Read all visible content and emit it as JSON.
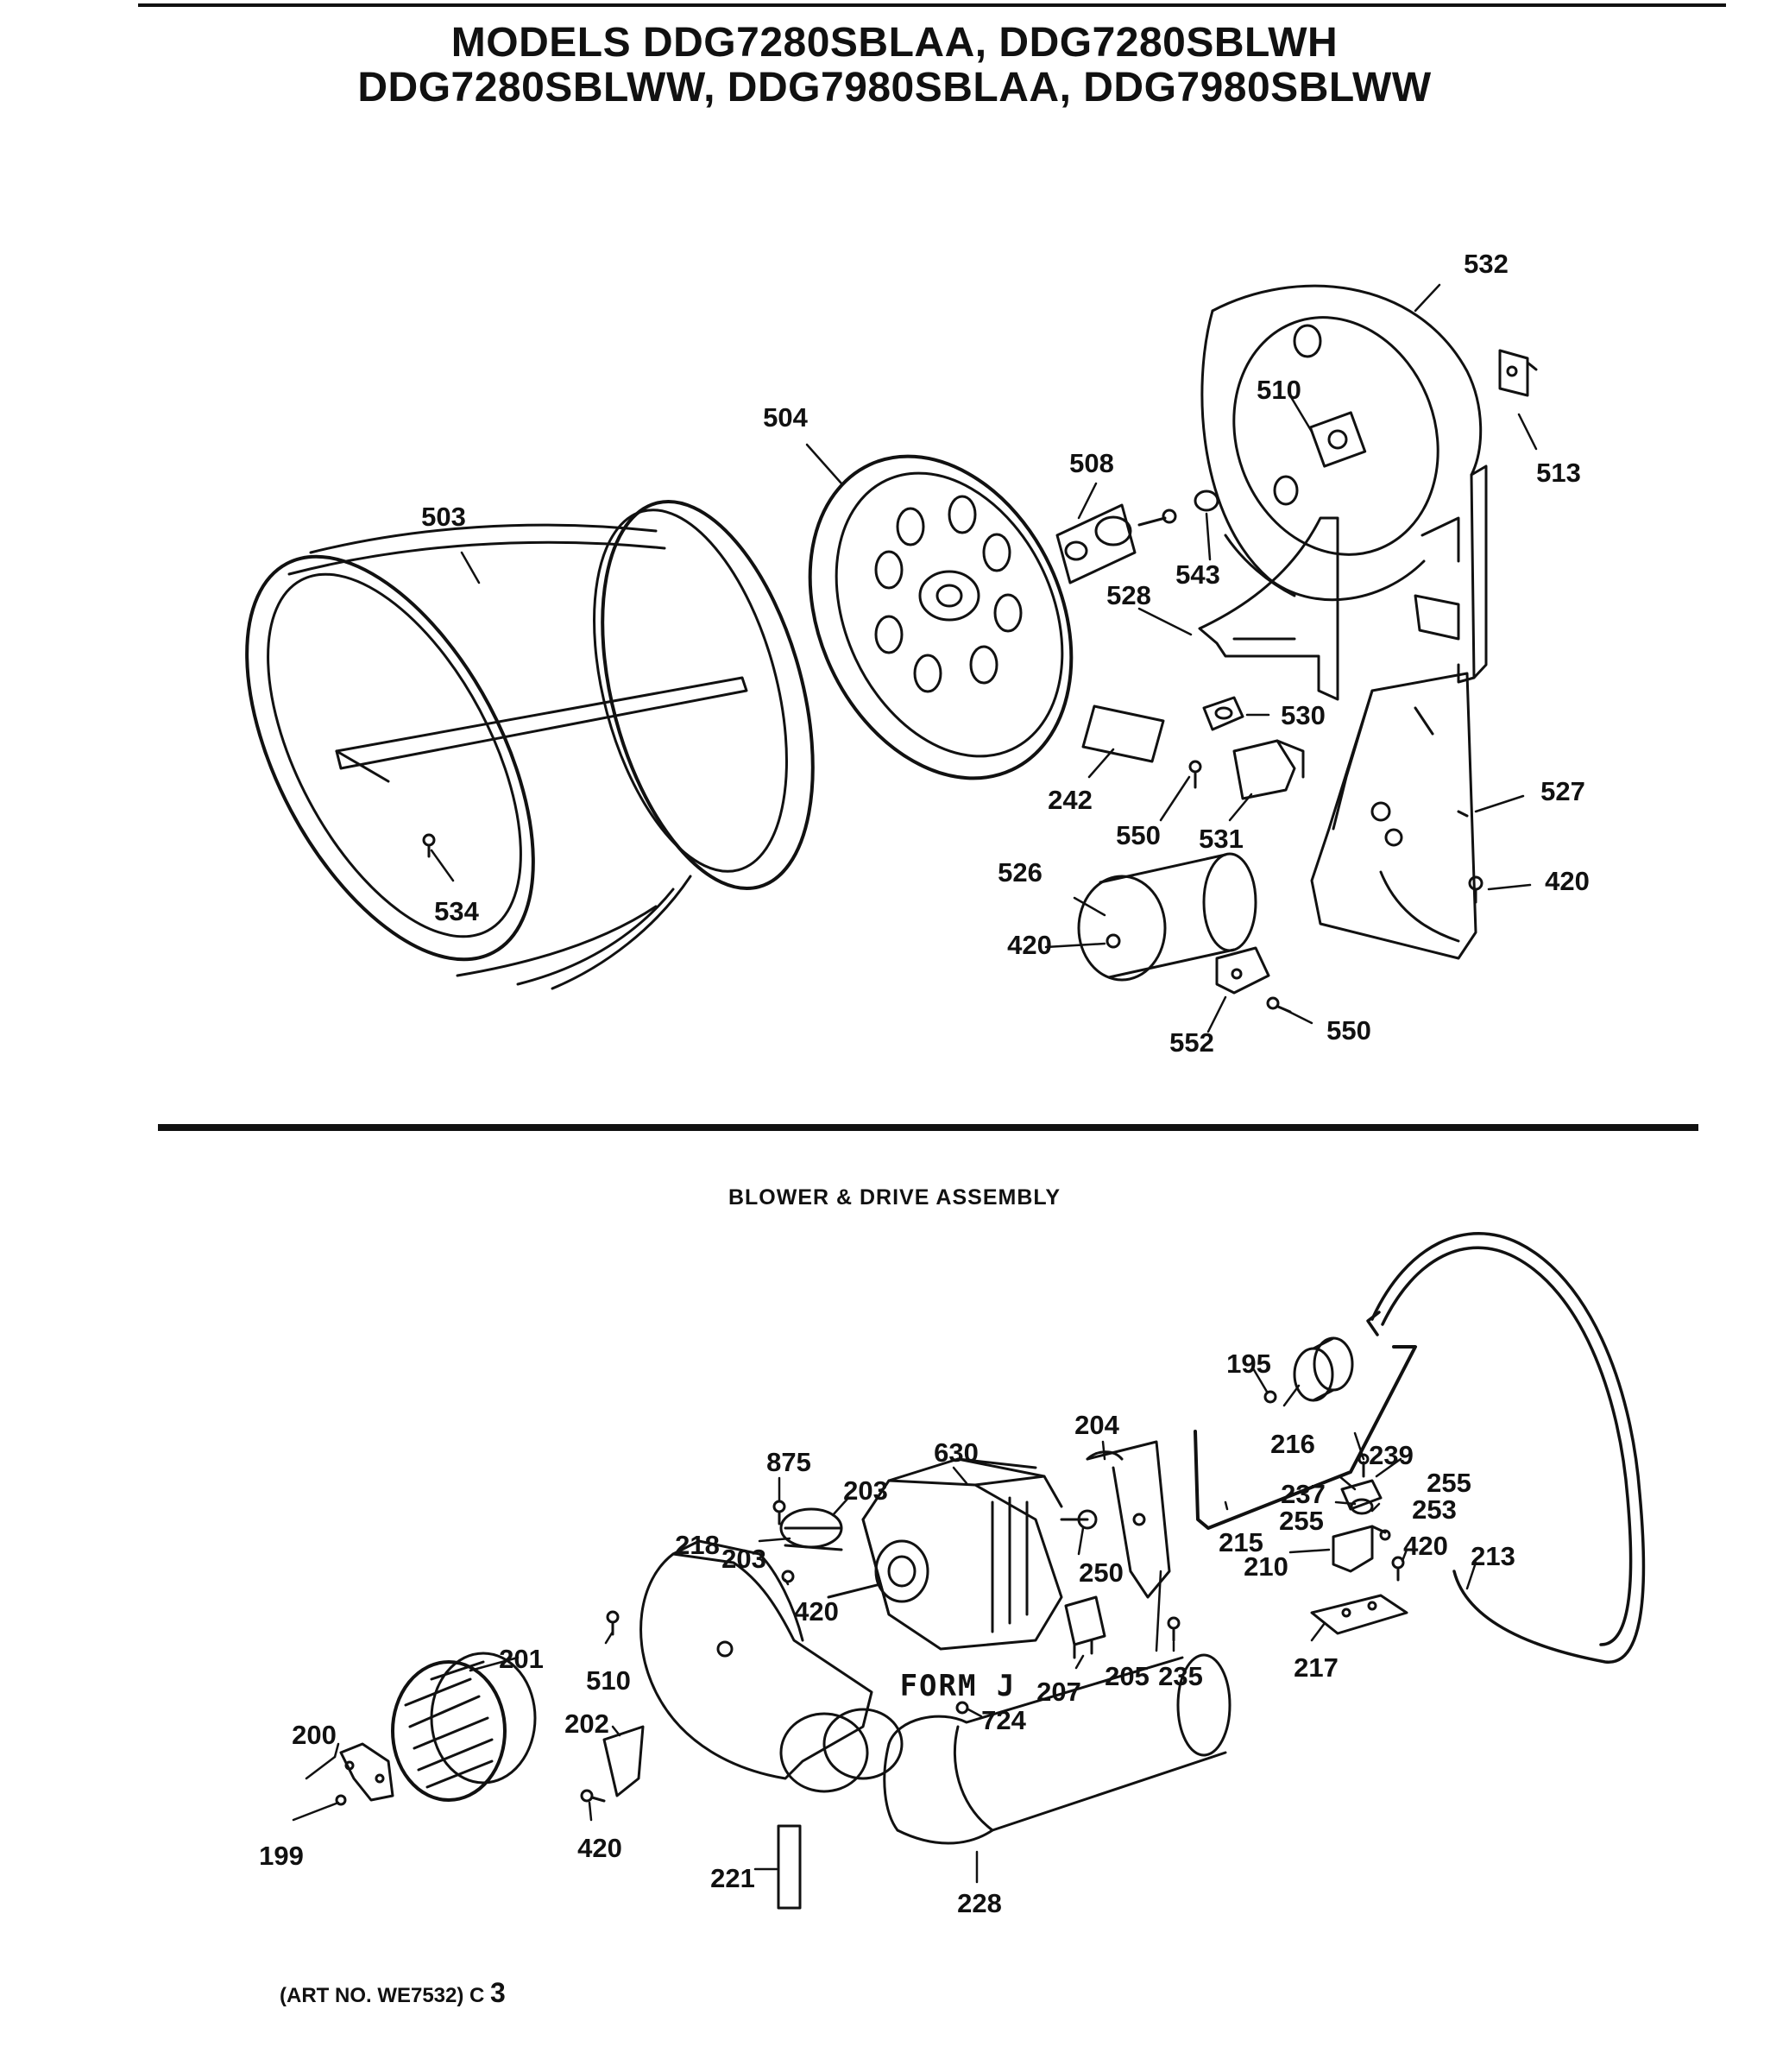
{
  "header": {
    "title_line1": "MODELS DDG7280SBLAA, DDG7280SBLWH",
    "title_line2": "DDG7280SBLWW, DDG7980SBLAA, DDG7980SBLWW"
  },
  "lower_section": {
    "title": "BLOWER & DRIVE ASSEMBLY",
    "form_label": "FORM J"
  },
  "upper_parts": [
    "532",
    "510",
    "513",
    "504",
    "508",
    "543",
    "503",
    "528",
    "530",
    "242",
    "550",
    "531",
    "527",
    "526",
    "420",
    "420",
    "534",
    "552",
    "550"
  ],
  "lower_parts": [
    "195",
    "216",
    "239",
    "255",
    "237",
    "255",
    "253",
    "204",
    "875",
    "630",
    "203",
    "218",
    "203",
    "420",
    "250",
    "210",
    "420",
    "213",
    "215",
    "201",
    "510",
    "205",
    "235",
    "207",
    "217",
    "200",
    "202",
    "724",
    "420",
    "199",
    "221",
    "228"
  ],
  "footer": {
    "art_number": "(ART NO. WE7532) C",
    "art_suffix": "3"
  }
}
